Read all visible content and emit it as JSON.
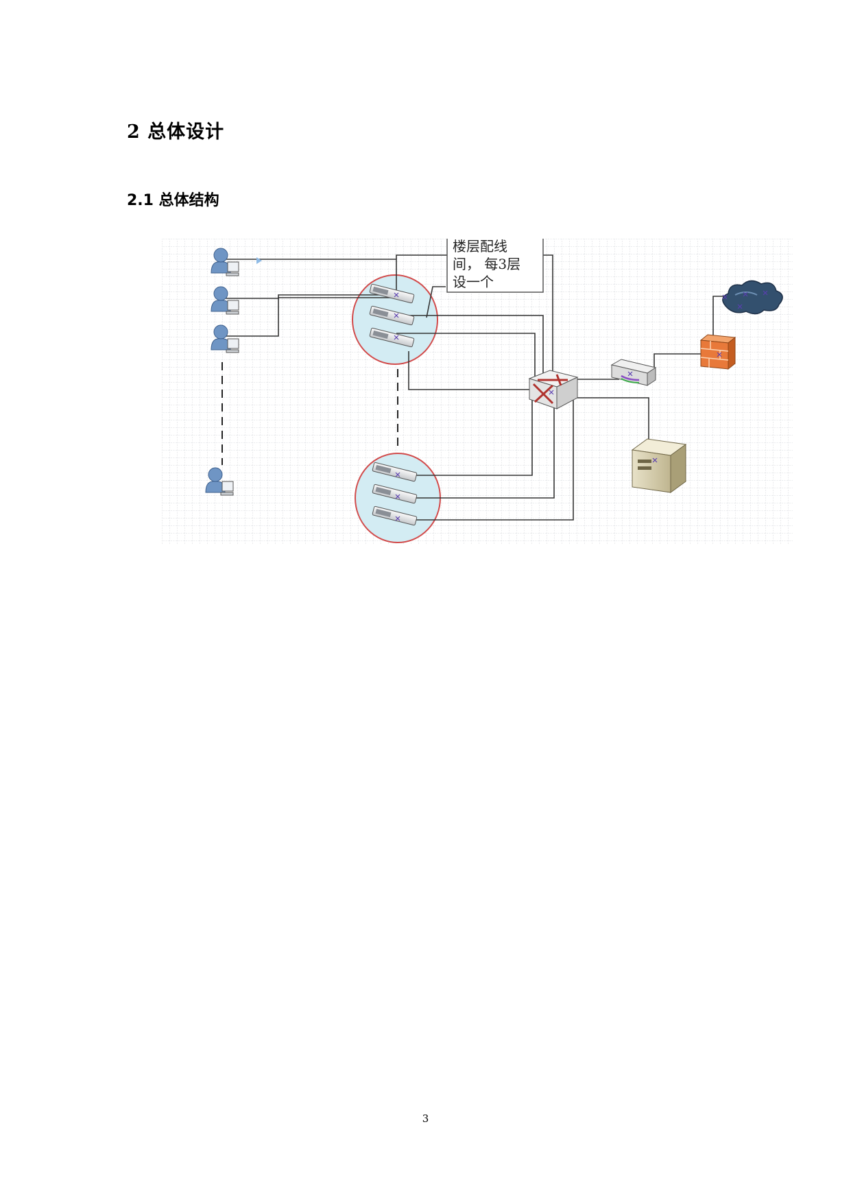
{
  "document": {
    "heading": "2 总体设计",
    "subheading": "2.1 总体结构",
    "page_number": "3"
  },
  "figure": {
    "callout_lines": [
      "楼层配线",
      "间， 每3层",
      "设一个"
    ],
    "colors": {
      "grid_line": "#c9ccd1",
      "cluster_fill": "#d3ecf3",
      "cluster_stroke": "#d24b4b",
      "wire": "#333333",
      "firewall": "#e8793a",
      "cloud": "#33506e",
      "user": "#6f95c4"
    },
    "icons": [
      "user-workstation-icon",
      "access-switch-icon",
      "core-switch-icon",
      "router-icon",
      "firewall-icon",
      "cloud-icon",
      "server-icon"
    ]
  }
}
